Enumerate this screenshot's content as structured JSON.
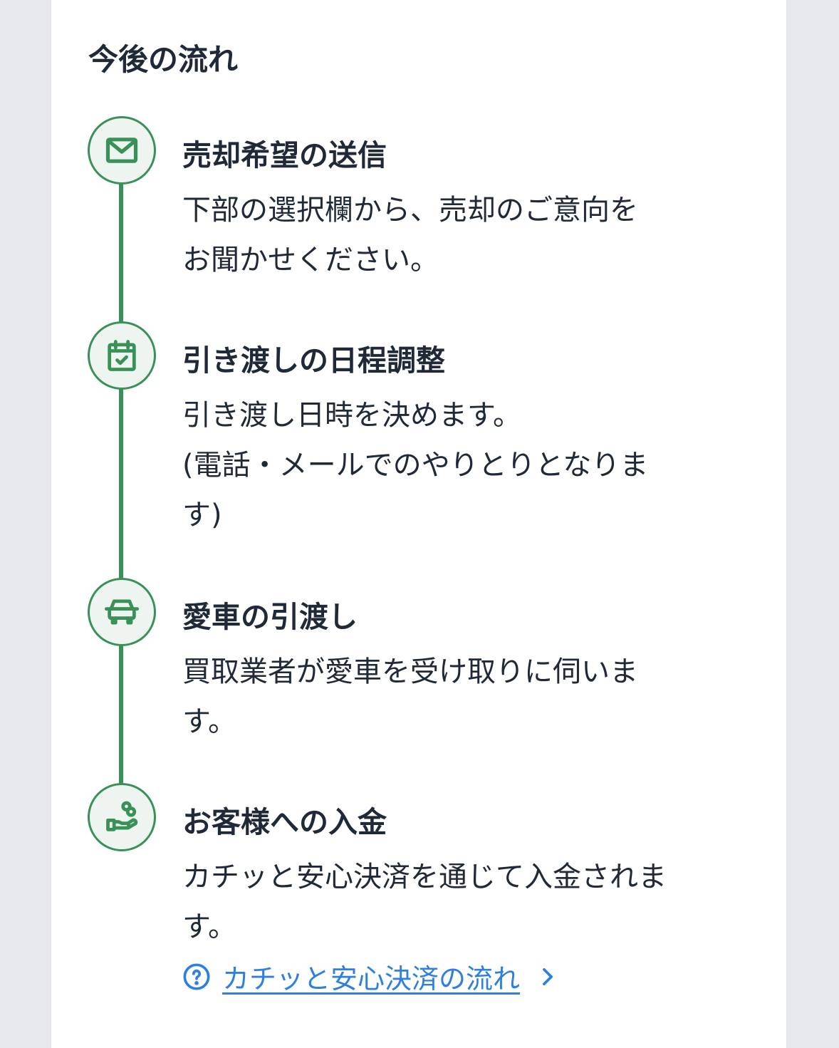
{
  "title": "今後の流れ",
  "accent_color": "#3a9158",
  "link_color": "#2f7fe0",
  "steps": [
    {
      "icon": "envelope-icon",
      "title": "売却希望の送信",
      "body": [
        "下部の選択欄から、売却のご意向を",
        "お聞かせください。"
      ]
    },
    {
      "icon": "calendar-check-icon",
      "title": "引き渡しの日程調整",
      "body": [
        "引き渡し日時を決めます。",
        "(電話・メールでのやりとりとなりま",
        "す)"
      ]
    },
    {
      "icon": "car-icon",
      "title": "愛車の引渡し",
      "body": [
        "買取業者が愛車を受け取りに伺いま",
        "す。"
      ]
    },
    {
      "icon": "hand-coins-icon",
      "title": "お客様への入金",
      "body": [
        "カチッと安心決済を通じて入金されま",
        "す。"
      ]
    }
  ],
  "help_link": {
    "label": "カチッと安心決済の流れ",
    "icon": "question-circle-icon",
    "chevron": "chevron-right-icon"
  }
}
